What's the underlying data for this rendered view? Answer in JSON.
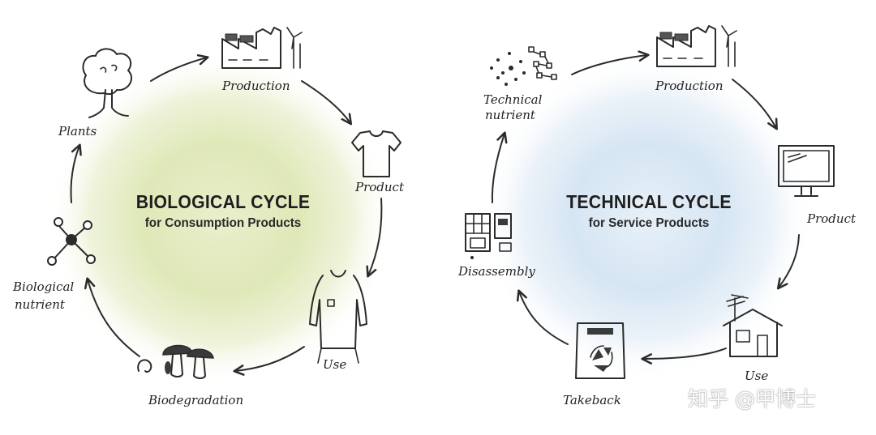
{
  "biological_cycle": {
    "title": "BIOLOGICAL CYCLE",
    "subtitle": "for Consumption Products",
    "glow_color": "#d3e0a6",
    "steps": {
      "production": "Production",
      "product": "Product",
      "use": "Use",
      "biodegradation": "Biodegradation",
      "biological_nutrient_line1": "Biological",
      "biological_nutrient_line2": "nutrient",
      "plants": "Plants"
    },
    "icons": [
      "factory-icon",
      "tshirt-icon",
      "person-tshirt-icon",
      "mushrooms-icon",
      "molecule-icon",
      "tree-icon"
    ]
  },
  "technical_cycle": {
    "title": "TECHNICAL CYCLE",
    "subtitle": "for Service Products",
    "glow_color": "#c9dff0",
    "steps": {
      "technical_nutrient_line1": "Technical",
      "technical_nutrient_line2": "nutrient",
      "production": "Production",
      "product": "Product",
      "use": "Use",
      "takeback": "Takeback",
      "disassembly": "Disassembly"
    },
    "icons": [
      "particles-icon",
      "factory-icon",
      "monitor-icon",
      "house-icon",
      "recycle-bin-icon",
      "disassembly-icon"
    ]
  },
  "watermark": "知乎 @甲博士"
}
